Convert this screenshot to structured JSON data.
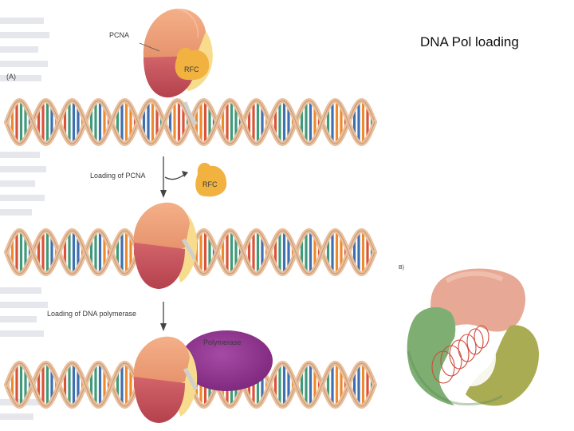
{
  "slide": {
    "title": "DNA Pol loading"
  },
  "figure": {
    "panel_a": "(A)",
    "panel_b": "B)",
    "pcna_label": "PCNA",
    "rfc_label": "RFC",
    "step1_label": "Loading of PCNA",
    "step2_label": "Loading of DNA polymerase",
    "polymerase_label": "Polymerase"
  },
  "colors": {
    "pcna_top": "#f2a57e",
    "pcna_bottom": "#c9535a",
    "pcna_light": "#f7dc8e",
    "rfc": "#f2b23f",
    "polymerase": "#8c2f8e",
    "backbone": "#e9bf9c",
    "base_blue": "#3f6fae",
    "base_green": "#3f9a7a",
    "base_red": "#d9533a",
    "base_orange": "#ee8a2e"
  }
}
